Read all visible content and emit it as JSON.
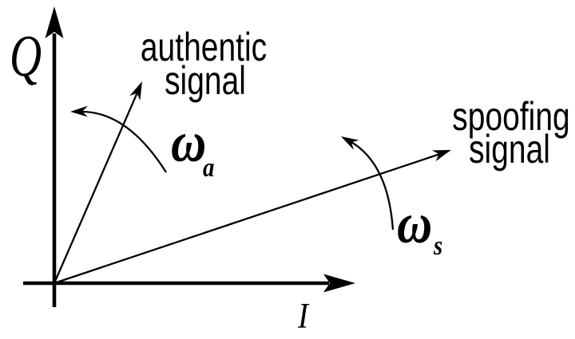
{
  "colors": {
    "ink": "#000000",
    "background": "#ffffff"
  },
  "axes": {
    "vertical_label": "Q",
    "horizontal_label": "I"
  },
  "authentic": {
    "label_line1": "authentic",
    "label_line2": "signal",
    "omega_symbol": "ω",
    "omega_subscript": "a"
  },
  "spoofing": {
    "label_line1": "spoofing",
    "label_line2": "signal",
    "omega_symbol": "ω",
    "omega_subscript": "s"
  }
}
